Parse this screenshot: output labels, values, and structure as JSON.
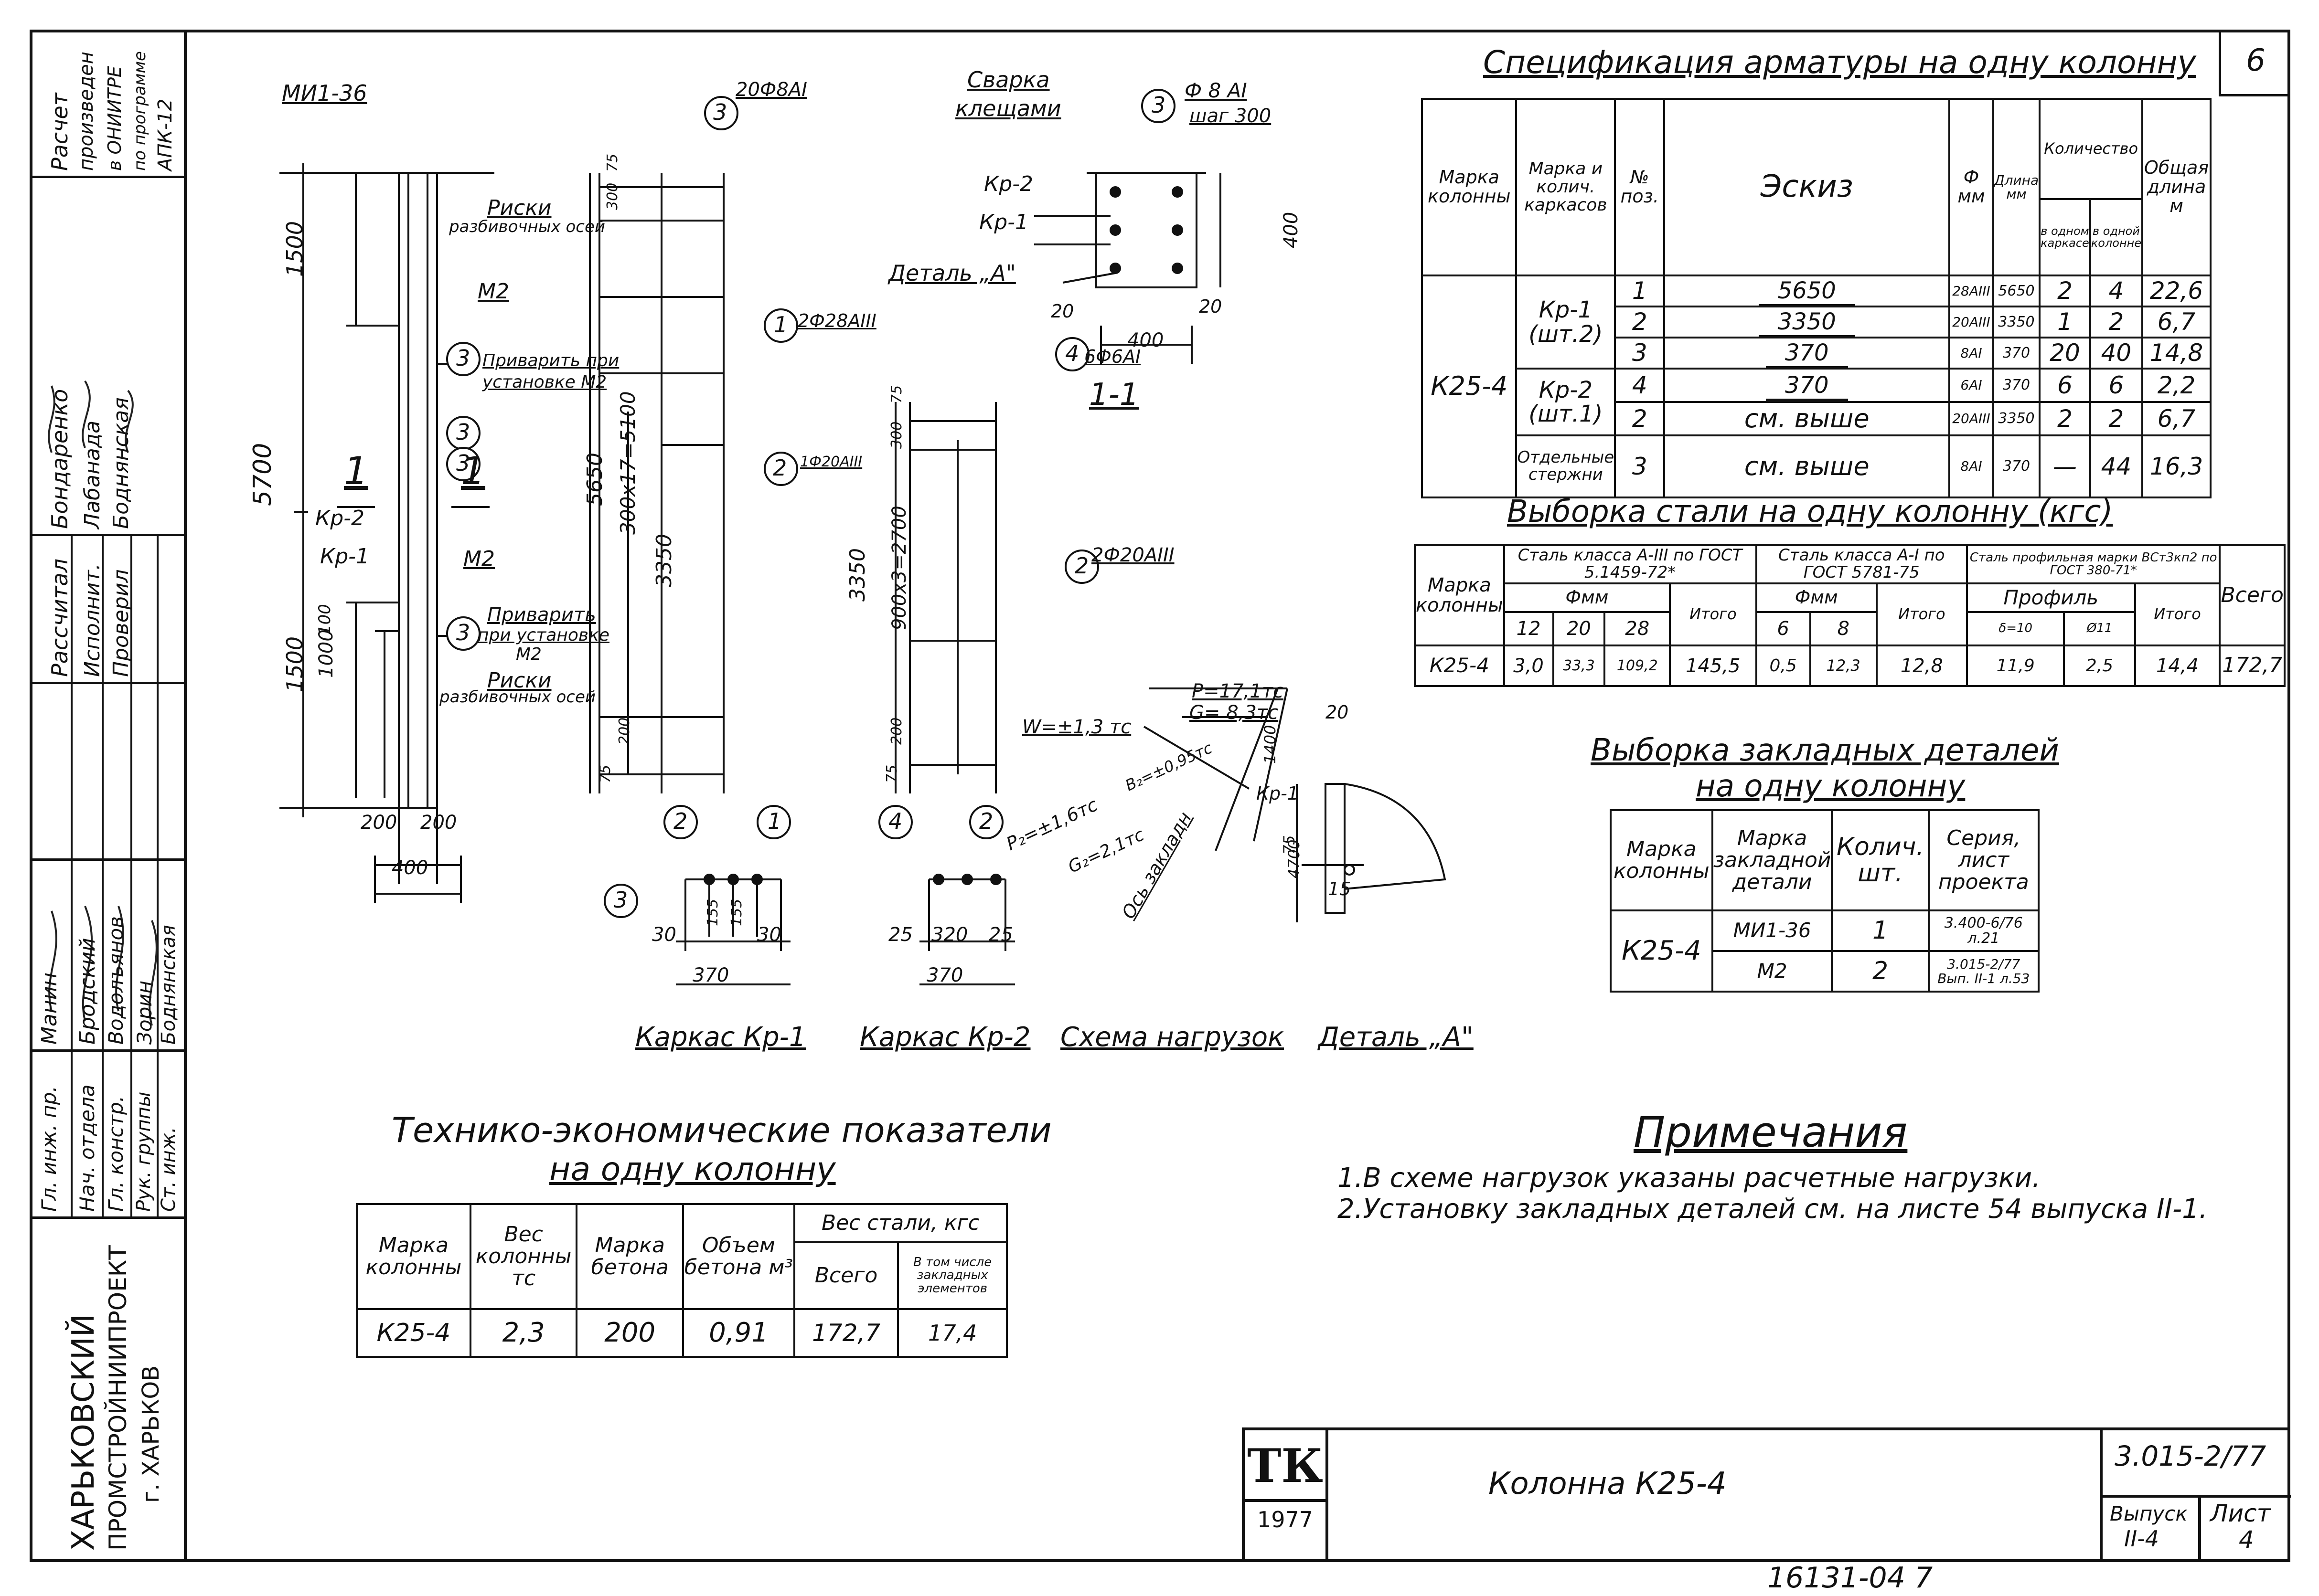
{
  "side": {
    "calc_note": [
      "Расчет",
      "произведен",
      "в ОНИИТРЕ",
      "по программе",
      "АПК-12"
    ],
    "roles": [
      {
        "title": "Гл. инж. пр.",
        "name": "Манин"
      },
      {
        "title": "Нач. отдела",
        "name": "Бродский"
      },
      {
        "title": "Гл. констр.",
        "name": "Водолъянов"
      },
      {
        "title": "Рук. группы",
        "name": "Зорин"
      },
      {
        "title": "Ст. инж.",
        "name": "Боднянская"
      },
      {
        "title": "Рассчитал",
        "name": "Бондаренко"
      },
      {
        "title": "Исполнит.",
        "name": "Лабанада"
      },
      {
        "title": "Проверил",
        "name": "Боднянская"
      }
    ],
    "org": [
      "ХАРЬКОВСКИЙ",
      "ПРОМСТРОЙНИИПРОЕКТ",
      "г. ХАРЬКОВ"
    ]
  },
  "drawing": {
    "mi": "МИ1-36",
    "riski_top": [
      "Риски",
      "разбивочных осей"
    ],
    "m2": "М2",
    "privarit1": [
      "Приварить при",
      "установке М2"
    ],
    "privarit2": [
      "Приварить",
      "при установке",
      "М2"
    ],
    "riski_bot": [
      "Риски",
      "разбивочных осей"
    ],
    "kr2": "Кр-2",
    "kr1": "Кр-1",
    "sec1": "1",
    "dim_5700": "5700",
    "dim_1500a": "1500",
    "dim_1500b": "1500",
    "dim_1000": "1000",
    "dim_100": "100",
    "dim_200a": "200",
    "dim_200b": "200",
    "dim_400": "400",
    "kr1_dims": [
      "75",
      "300",
      "5650",
      "300х17=5100",
      "3350",
      "200",
      "75"
    ],
    "kr1_call1": "2Ф28АIII",
    "kr1_call2": "1Ф20АIII",
    "kr1_call3": "20Ф8АI",
    "kr2_call4": "6Ф6АI",
    "kr2_call2": "2Ф20АIII",
    "kr2_dims": [
      "75",
      "300",
      "3350",
      "900х3=2700",
      "200",
      "75"
    ],
    "svarka": [
      "Сварка",
      "клещами"
    ],
    "sec_call": "Ф 8 АI",
    "sec_step": "шаг 300",
    "sec_dims": [
      "400",
      "20",
      "400",
      "20"
    ],
    "detail_label": "Деталь „А\"",
    "sec_title": "1-1",
    "load_W": "W=±1,3 тс",
    "load_P": "P=17,1тс",
    "load_G": "G= 8,3тс",
    "load_P2": "P₂=±1,6тс",
    "load_B": "B₂=±0,95тс",
    "load_G2": "G₂=2,1тс",
    "axis": "Ось закладн",
    "det_dims": [
      "20",
      "1400",
      "4700",
      "75",
      "15"
    ],
    "frame_kr1_dims": [
      "30",
      "155",
      "155",
      "30",
      "370"
    ],
    "frame_kr2_dims": [
      "25",
      "320",
      "25",
      "370"
    ],
    "captions": [
      "Каркас Кр-1",
      "Каркас Кр-2",
      "Схема нагрузок",
      "Деталь „А\""
    ]
  },
  "spec": {
    "title": "Спецификация арматуры на одну колонну",
    "sheet_no": "6",
    "headers": [
      "Марка колонны",
      "Марка и колич. каркасов",
      "№ поз.",
      "Эскиз",
      "Ф мм",
      "Длина мм",
      "Количество",
      "в одном каркасе",
      "в одной колонне",
      "Общая длина м"
    ],
    "mark": "К25-4",
    "groups": [
      "Кр-1 (шт.2)",
      "Кр-2 (шт.1)",
      "Отдельные стержни"
    ],
    "rows": [
      {
        "pos": "1",
        "sketch": "5650",
        "d": "28АIII",
        "len": "5650",
        "n1": "2",
        "n2": "4",
        "total": "22,6"
      },
      {
        "pos": "2",
        "sketch": "3350",
        "d": "20АIII",
        "len": "3350",
        "n1": "1",
        "n2": "2",
        "total": "6,7"
      },
      {
        "pos": "3",
        "sketch": "370",
        "d": "8АI",
        "len": "370",
        "n1": "20",
        "n2": "40",
        "total": "14,8"
      },
      {
        "pos": "4",
        "sketch": "370",
        "d": "6АI",
        "len": "370",
        "n1": "6",
        "n2": "6",
        "total": "2,2"
      },
      {
        "pos": "2",
        "sketch": "см. выше",
        "d": "20АIII",
        "len": "3350",
        "n1": "2",
        "n2": "2",
        "total": "6,7"
      },
      {
        "pos": "3",
        "sketch": "см. выше",
        "d": "8АI",
        "len": "370",
        "n1": "—",
        "n2": "44",
        "total": "16,3"
      }
    ]
  },
  "steel": {
    "title": "Выборка стали на одну колонну (кгс)",
    "h_mark": "Марка колонны",
    "h_a3": "Сталь класса А-III по ГОСТ 5.1459-72*",
    "h_a1": "Сталь класса А-I по ГОСТ 5781-75",
    "h_prof": "Сталь профильная марки ВСт3кп2 по ГОСТ 380-71*",
    "h_fmm": "Фмм",
    "h_fmm2": "Фмм",
    "h_profile": "Профиль",
    "h_itogo": "Итого",
    "h_itogo2": "Итого",
    "h_itogo3": "Итого",
    "h_vsego": "Всего",
    "sub": [
      "12",
      "20",
      "28",
      "6",
      "8",
      "δ=10",
      "Ø11"
    ],
    "row": [
      "К25-4",
      "3,0",
      "33,3",
      "109,2",
      "145,5",
      "0,5",
      "12,3",
      "12,8",
      "11,9",
      "2,5",
      "14,4",
      "172,7"
    ]
  },
  "embed": {
    "title1": "Выборка закладных деталей",
    "title2": "на одну колонну",
    "headers": [
      "Марка колонны",
      "Марка закладной детали",
      "Колич. шт.",
      "Серия, лист проекта"
    ],
    "mark": "К25-4",
    "rows": [
      {
        "name": "МИ1-36",
        "qty": "1",
        "series": "3.400-6/76 л.21"
      },
      {
        "name": "М2",
        "qty": "2",
        "series": "3.015-2/77 Вып. II-1 л.53"
      }
    ]
  },
  "tech": {
    "title1": "Технико-экономические показатели",
    "title2": "на одну колонну",
    "headers": [
      "Марка колонны",
      "Вес колонны тс",
      "Марка бетона",
      "Объем бетона м³",
      "Вес стали, кгс",
      "Всего",
      "В том числе закладных элементов"
    ],
    "row": [
      "К25-4",
      "2,3",
      "200",
      "0,91",
      "172,7",
      "17,4"
    ]
  },
  "notes": {
    "title": "Примечания",
    "items": [
      "1.В схеме нагрузок указаны расчетные нагрузки.",
      "2.Установку закладных деталей см. на листе 54 выпуска II-1."
    ]
  },
  "stamp": {
    "logo": "ТК",
    "year": "1977",
    "title": "Колонна К25-4",
    "series": "3.015-2/77",
    "issue_label": "Выпуск",
    "issue": "II-4",
    "sheet_label": "Лист",
    "sheet": "4"
  },
  "footer_num": "16131-04  7"
}
